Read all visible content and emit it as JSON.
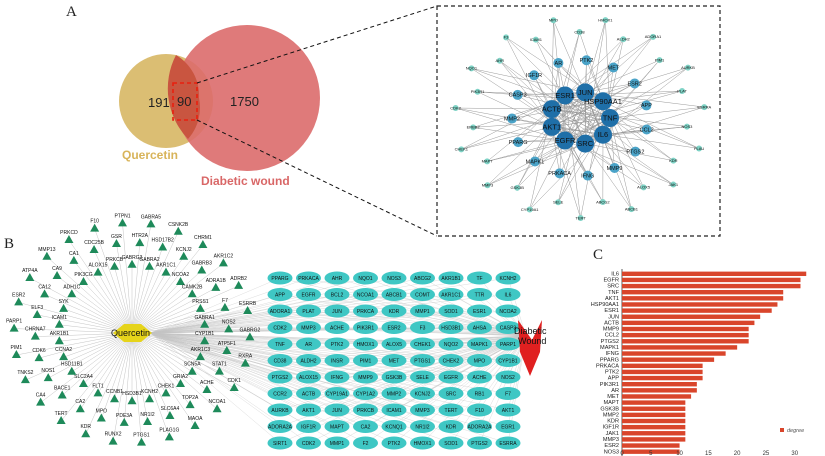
{
  "panel_labels": {
    "a": "A",
    "b": "B",
    "c": "C"
  },
  "venn": {
    "left_label": "Quercetin",
    "right_label": "Diabetic wound",
    "left_only": "191",
    "overlap": "90",
    "right_only": "1750",
    "colors": {
      "left": "#d9bb6b",
      "right": "#dc6b6b",
      "overlap": "#c9503c",
      "left_text": "#d8b45a",
      "right_text": "#d96767"
    }
  },
  "ppi_network": {
    "hub_nodes": [
      "TNF",
      "IL6",
      "SRC",
      "EGFR",
      "AKT1",
      "ACTB",
      "ESR1",
      "JUN",
      "HSP90AA1"
    ],
    "mid_nodes": [
      "CCL2",
      "PTGS2",
      "MMP9",
      "IFNG",
      "PRKACA",
      "MAPK1",
      "PPARG",
      "MMP2",
      "CASP3",
      "IGF1R",
      "AR",
      "PTK2",
      "MET",
      "ESR2",
      "APP"
    ],
    "small_nodes": [
      "NOS3",
      "PLAU",
      "KDR",
      "JAK1",
      "ALOX5",
      "ABCB1",
      "ABCG2",
      "TERT",
      "SELE",
      "CYP19A1",
      "GSK3B",
      "MMP3",
      "MAPT",
      "CHEK1",
      "ERBB2",
      "CDK2",
      "PIK3R1",
      "NQO1",
      "AHR",
      "F3",
      "ICAM1",
      "MPO",
      "CD38",
      "HMOX1",
      "ALDH2",
      "ADORA1",
      "PIM1",
      "AURKB",
      "PLAT",
      "ESRRA"
    ]
  },
  "herb_network": {
    "center_label": "Quercetin",
    "disease_label": "Diabetic Wound",
    "compound_nodes": [
      "GABRG3",
      "HTR2A",
      "GABRA5",
      "GABRA2",
      "HSD17B2",
      "CSNK2B",
      "AKR1C1",
      "KCNJ2",
      "CHRM1",
      "NCOA2",
      "GABRB3",
      "AKR1C2",
      "CAMK2B",
      "ADRA1B",
      "ADRB2",
      "PRSS1",
      "F7",
      "ESRRB",
      "GABRA1",
      "NOS2",
      "GABRG2",
      "CYP1B1",
      "ATP5F1",
      "RXRA",
      "AKR1C3",
      "STAT1",
      "CDK1",
      "SCN5A",
      "ACHE",
      "NCOA1",
      "GRIA2",
      "TOP2A",
      "MAOA",
      "CHEK1",
      "SLC6A4",
      "PLAG1G",
      "KCNH2",
      "NR1I2",
      "PTGS1",
      "HSD3B1",
      "PDE3A",
      "RUNX2",
      "CCNB1",
      "MPO",
      "KDR",
      "FLT1",
      "CA2",
      "TERT",
      "SLC2A4",
      "BACE1",
      "CA4",
      "HSD11B1",
      "NOS1",
      "TNKS2",
      "CCNA2",
      "CDK6",
      "PIM1",
      "AKR1B1",
      "CHRNA7",
      "PARP1",
      "ICAM1",
      "ELF3",
      "ESR2",
      "SYK",
      "CA12",
      "ATP4A",
      "ADH1C",
      "CA9",
      "MMP13",
      "PIK3CG",
      "CA1",
      "PRKCD",
      "ALOX15",
      "CDC25B",
      "F10",
      "PRKCB",
      "GSR",
      "PTPN1"
    ],
    "target_grid": [
      [
        "PPARG",
        "PRKACA",
        "AHR",
        "NQO1",
        "NOS3",
        "ABCG2",
        "AKR1B1",
        "TF",
        "KCNH2"
      ],
      [
        "APP",
        "EGFR",
        "BCL2",
        "NCOA1",
        "ABCB1",
        "COMT",
        "AKR1C1",
        "TTR",
        "IL6"
      ],
      [
        "ADORA1",
        "PLAT",
        "JUN",
        "PRKCA",
        "KDR",
        "MMP1",
        "SOD1",
        "ESR1",
        "NCOA2"
      ],
      [
        "CDK2",
        "MMP3",
        "ACHE",
        "PIK3R1",
        "ESR2",
        "F3",
        "HSD3B1",
        "AHSA",
        "CASP3"
      ],
      [
        "TNF",
        "AR",
        "PTK2",
        "HMOX1",
        "ALOX5",
        "CHEK1",
        "NQO2",
        "MAPK1",
        "PARP1"
      ],
      [
        "CD38",
        "ALDH2",
        "INSR",
        "PIM1",
        "MET",
        "PTGS1",
        "CHEK2",
        "MPO",
        "CYP1B1"
      ],
      [
        "PTGS2",
        "ALOX15",
        "IFNG",
        "MMP9",
        "GSK3B",
        "SELE",
        "EGFR",
        "ACHE",
        "NOS2"
      ],
      [
        "CCR2",
        "ACTB",
        "CYP19A1",
        "CYP1A2",
        "MMP2",
        "KCNJ2",
        "SRC",
        "RB1",
        "F7"
      ],
      [
        "AURKB",
        "AKT1",
        "JUN",
        "PRKCB",
        "ICAM1",
        "MMP3",
        "TERT",
        "F10",
        "AKT1"
      ],
      [
        "ADORA2A",
        "IGF1R",
        "MAPT",
        "CA2",
        "KCNQ1",
        "NR1I2",
        "KDR",
        "ADORA2A",
        "EGR1"
      ],
      [
        "SIRT1",
        "CDK2",
        "MMP1",
        "F2",
        "PTK2",
        "HMOX1",
        "SOD1",
        "PTGS2",
        "ESRRA"
      ]
    ]
  },
  "chart_data": {
    "type": "bar",
    "orientation": "horizontal",
    "categories": [
      "IL6",
      "EGFR",
      "SRC",
      "TNF",
      "AKT1",
      "HSP90AA1",
      "ESR1",
      "JUN",
      "ACTB",
      "MMP9",
      "CCL2",
      "PTGS2",
      "MAPK1",
      "IFNG",
      "PPARG",
      "PRKACA",
      "PTK2",
      "APP",
      "PIK3R1",
      "AR",
      "MET",
      "MAPT",
      "GSK3B",
      "MMP2",
      "KDR",
      "IGF1R",
      "JAK1",
      "MMP3",
      "ESR2",
      "NOS3"
    ],
    "values": [
      32,
      31,
      31,
      28,
      28,
      27,
      26,
      24,
      23,
      22,
      22,
      22,
      20,
      18,
      16,
      14,
      14,
      14,
      13,
      13,
      12,
      11,
      11,
      11,
      11,
      11,
      11,
      11,
      10,
      10
    ],
    "xticks": [
      0,
      5,
      10,
      15,
      20,
      25,
      30
    ],
    "xlim": [
      0,
      33
    ],
    "legend": "degree",
    "legend_position": "bottom-right",
    "bar_color": "#d9452b"
  }
}
